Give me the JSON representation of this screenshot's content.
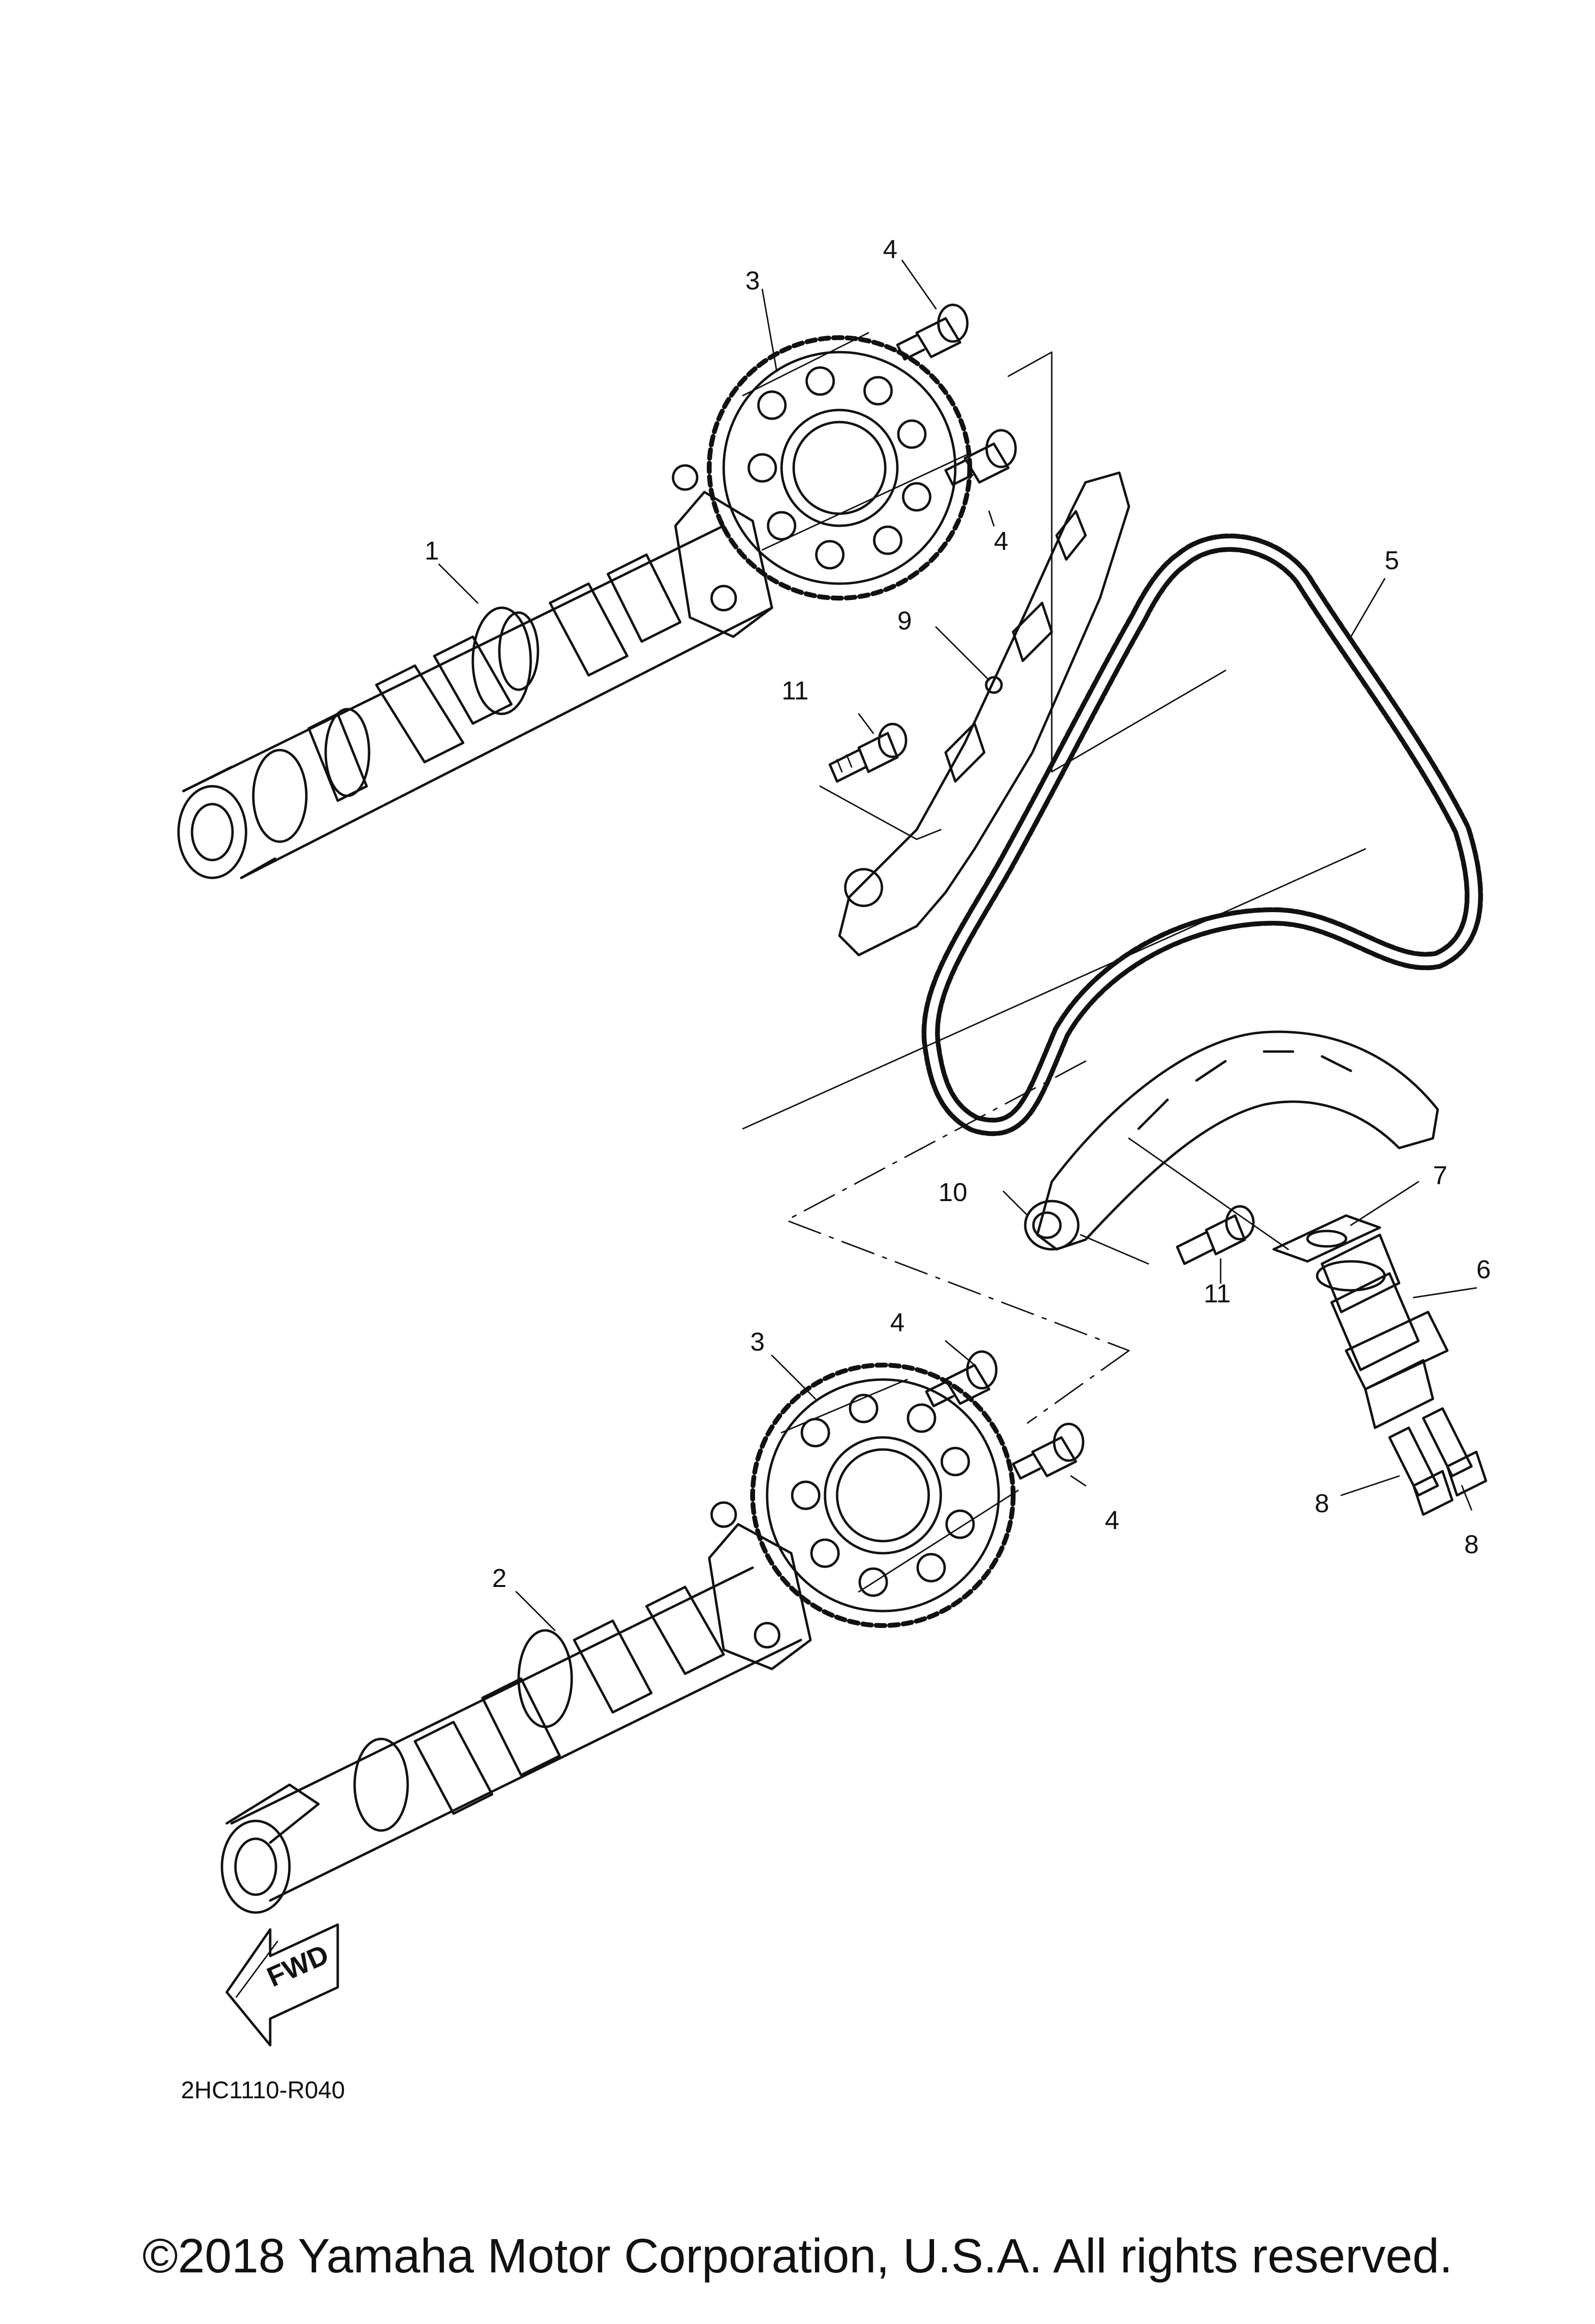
{
  "callouts": {
    "p1": "1",
    "p2": "2",
    "p3_top": "3",
    "p3_bottom": "3",
    "p4_a": "4",
    "p4_b": "4",
    "p4_c": "4",
    "p4_d": "4",
    "p5": "5",
    "p6": "6",
    "p7": "7",
    "p8_a": "8",
    "p8_b": "8",
    "p9": "9",
    "p10": "10",
    "p11_a": "11",
    "p11_b": "11"
  },
  "fwd_label": "FWD",
  "diagram_code": "2HC1110-R040",
  "copyright": "©2018 Yamaha Motor Corporation, U.S.A. All rights reserved."
}
